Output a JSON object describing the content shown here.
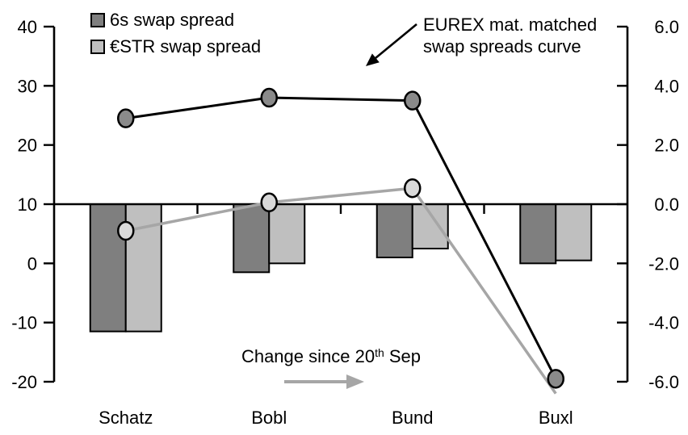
{
  "chart_data": {
    "type": "combo_bar_line",
    "categories": [
      "Schatz",
      "Bobl",
      "Bund",
      "Buxl"
    ],
    "left_axis": {
      "min": -20,
      "max": 40,
      "ticks": [
        {
          "v": 40,
          "label": "40"
        },
        {
          "v": 30,
          "label": "30"
        },
        {
          "v": 20,
          "label": "20"
        },
        {
          "v": 10,
          "label": "10"
        },
        {
          "v": 0,
          "label": "0"
        },
        {
          "v": -10,
          "label": "-10"
        },
        {
          "v": -20,
          "label": "-20"
        }
      ]
    },
    "right_axis": {
      "min": -6,
      "max": 6,
      "ticks": [
        {
          "v": 6,
          "label": "6.0"
        },
        {
          "v": 4,
          "label": "4.0"
        },
        {
          "v": 2,
          "label": "2.0"
        },
        {
          "v": 0,
          "label": "0.0"
        },
        {
          "v": -2,
          "label": "-2.0"
        },
        {
          "v": -4,
          "label": "-4.0"
        },
        {
          "v": -6,
          "label": "-6.0"
        }
      ]
    },
    "bar_series": [
      {
        "name": "6s swap spread change",
        "axis": "right",
        "fill": "#7f7f7f",
        "values": [
          -4.3,
          -2.3,
          -1.8,
          -2.0
        ]
      },
      {
        "name": "€STR swap spread change",
        "axis": "right",
        "fill": "#bfbfbf",
        "values": [
          -4.3,
          -2.0,
          -1.5,
          -1.9
        ]
      }
    ],
    "line_series": [
      {
        "name": "€STR swap spread level",
        "axis": "left",
        "stroke": "#a6a6a6",
        "marker_fill": "#d9d9d9",
        "values": [
          5.5,
          10.3,
          12.7,
          -22.0
        ],
        "markers": [
          true,
          true,
          true,
          false
        ],
        "stroke_width": 3.5
      },
      {
        "name": "6s swap spread level",
        "axis": "left",
        "stroke": "#000000",
        "marker_fill": "#8a8a8a",
        "values": [
          24.5,
          28.0,
          27.5,
          -19.5
        ],
        "markers": [
          true,
          true,
          true,
          true
        ],
        "stroke_width": 3
      }
    ],
    "legend": [
      {
        "label": "6s swap spread",
        "swatch": "#7f7f7f"
      },
      {
        "label": "€STR swap spread",
        "swatch": "#bfbfbf"
      }
    ],
    "annotations": {
      "curve": {
        "text": "EUREX mat. matched\nswap spreads curve"
      },
      "change": {
        "prefix": "Change since 20",
        "sup": "th",
        "suffix": " Sep"
      }
    },
    "colors": {
      "zero_line": "#000000",
      "axis": "#000000",
      "change_arrow": "#a6a6a6"
    }
  }
}
